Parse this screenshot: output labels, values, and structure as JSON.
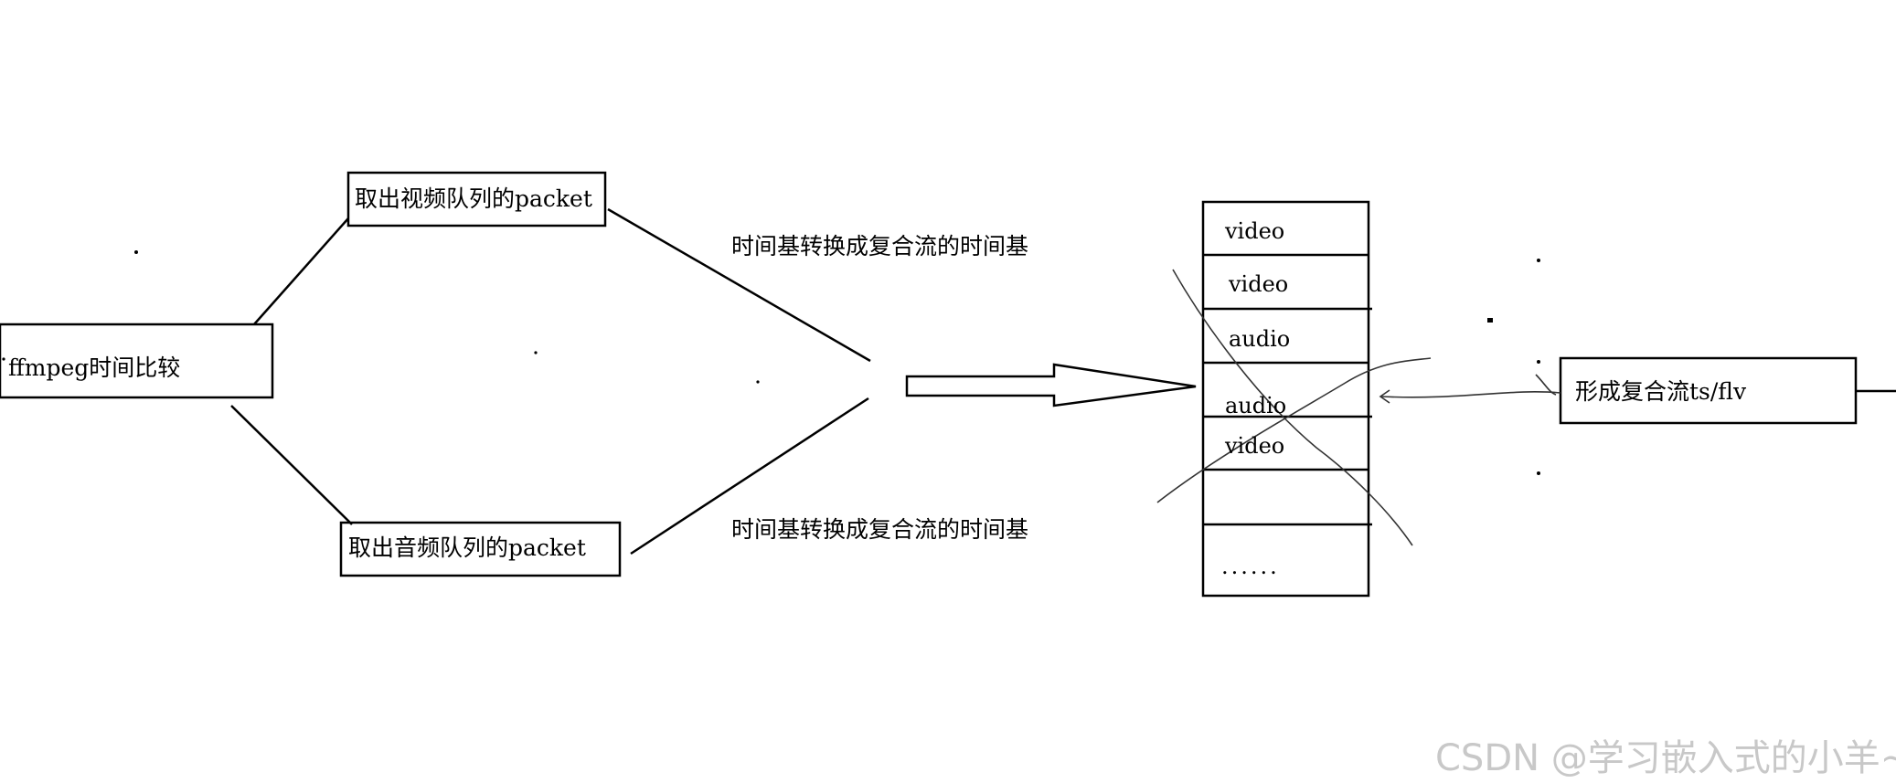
{
  "diagram": {
    "root_box": "ffmpeg时间比较",
    "video_box": "取出视频队列的packet",
    "audio_box": "取出音频队列的packet",
    "timebase_note_top": "时间基转换成复合流的时间基",
    "timebase_note_bottom": "时间基转换成复合流的时间基",
    "queue_cells": [
      "video",
      "video",
      "audio",
      "audio",
      "video",
      "",
      "......"
    ],
    "output_box": "形成复合流ts/flv"
  },
  "watermark": "CSDN @学习嵌入式的小羊~"
}
